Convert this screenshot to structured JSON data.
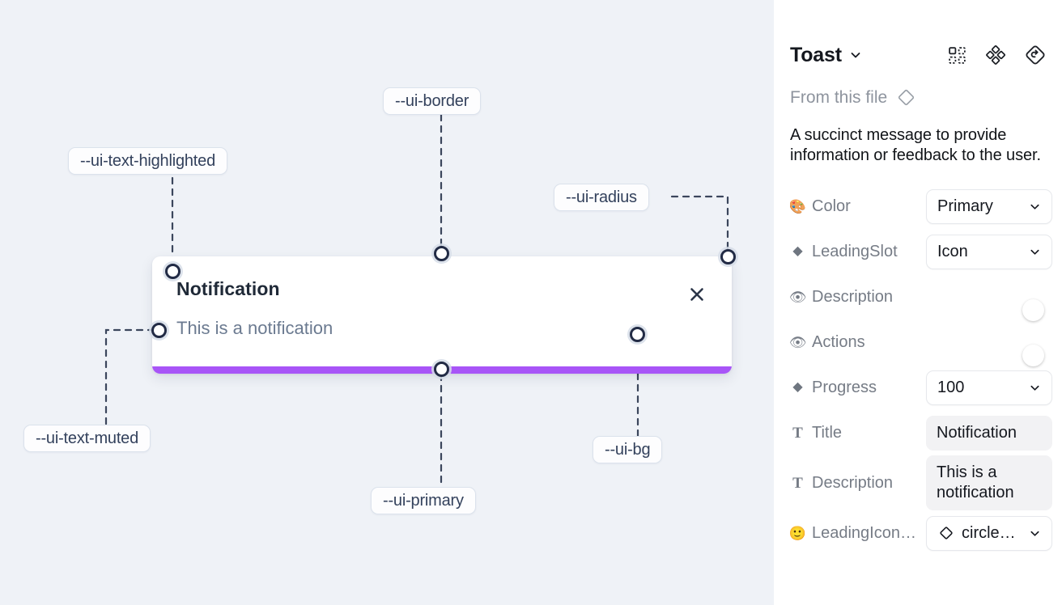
{
  "canvas": {
    "background_color": "#eff2f7",
    "toast": {
      "title": "Notification",
      "description": "This is a notification",
      "close_icon": "close-x-icon",
      "progress_color": "#a855f7",
      "background_color": "#ffffff"
    },
    "annotations": [
      {
        "id": "border",
        "label": "--ui-border"
      },
      {
        "id": "text-highlighted",
        "label": "--ui-text-highlighted"
      },
      {
        "id": "radius",
        "label": "--ui-radius"
      },
      {
        "id": "text-muted",
        "label": "--ui-text-muted"
      },
      {
        "id": "primary",
        "label": "--ui-primary"
      },
      {
        "id": "bg",
        "label": "--ui-bg"
      }
    ]
  },
  "panel": {
    "title": "Toast",
    "title_caret_icon": "chevron-down-icon",
    "header_icons": [
      {
        "name": "component-grid-icon"
      },
      {
        "name": "variants-diamond-icon"
      },
      {
        "name": "reset-revert-icon"
      }
    ],
    "source_label": "From this file",
    "source_icon": "diamond-component-icon",
    "description": "A succinct message to provide information or feedback to the user.",
    "properties": [
      {
        "icon": "palette-icon",
        "glyph": "🎨",
        "icon_type": "emoji",
        "label": "Color",
        "control": "select",
        "value": "Primary"
      },
      {
        "icon": "diamond-icon",
        "glyph": "◆",
        "icon_type": "diamond",
        "label": "LeadingSlot",
        "control": "select",
        "value": "Icon"
      },
      {
        "icon": "eye-icon",
        "glyph": "👁",
        "icon_type": "emoji",
        "label": "Description",
        "control": "toggle",
        "value": "on"
      },
      {
        "icon": "eye-icon",
        "glyph": "👁",
        "icon_type": "emoji",
        "label": "Actions",
        "control": "toggle",
        "value": "on"
      },
      {
        "icon": "diamond-icon",
        "glyph": "◆",
        "icon_type": "diamond",
        "label": "Progress",
        "control": "select",
        "value": "100"
      },
      {
        "icon": "text-icon",
        "glyph": "T",
        "icon_type": "tico",
        "label": "Title",
        "control": "textbox",
        "value": "Notification"
      },
      {
        "icon": "text-icon",
        "glyph": "T",
        "icon_type": "tico",
        "label": "Description",
        "control": "textbox",
        "value": "This is a notification"
      },
      {
        "icon": "smiley-icon",
        "glyph": "🙂",
        "icon_type": "emoji",
        "label": "LeadingIcon…",
        "control": "icon-select",
        "value": "circle…"
      }
    ],
    "accent_toggle_color": "#1a9dfc"
  }
}
